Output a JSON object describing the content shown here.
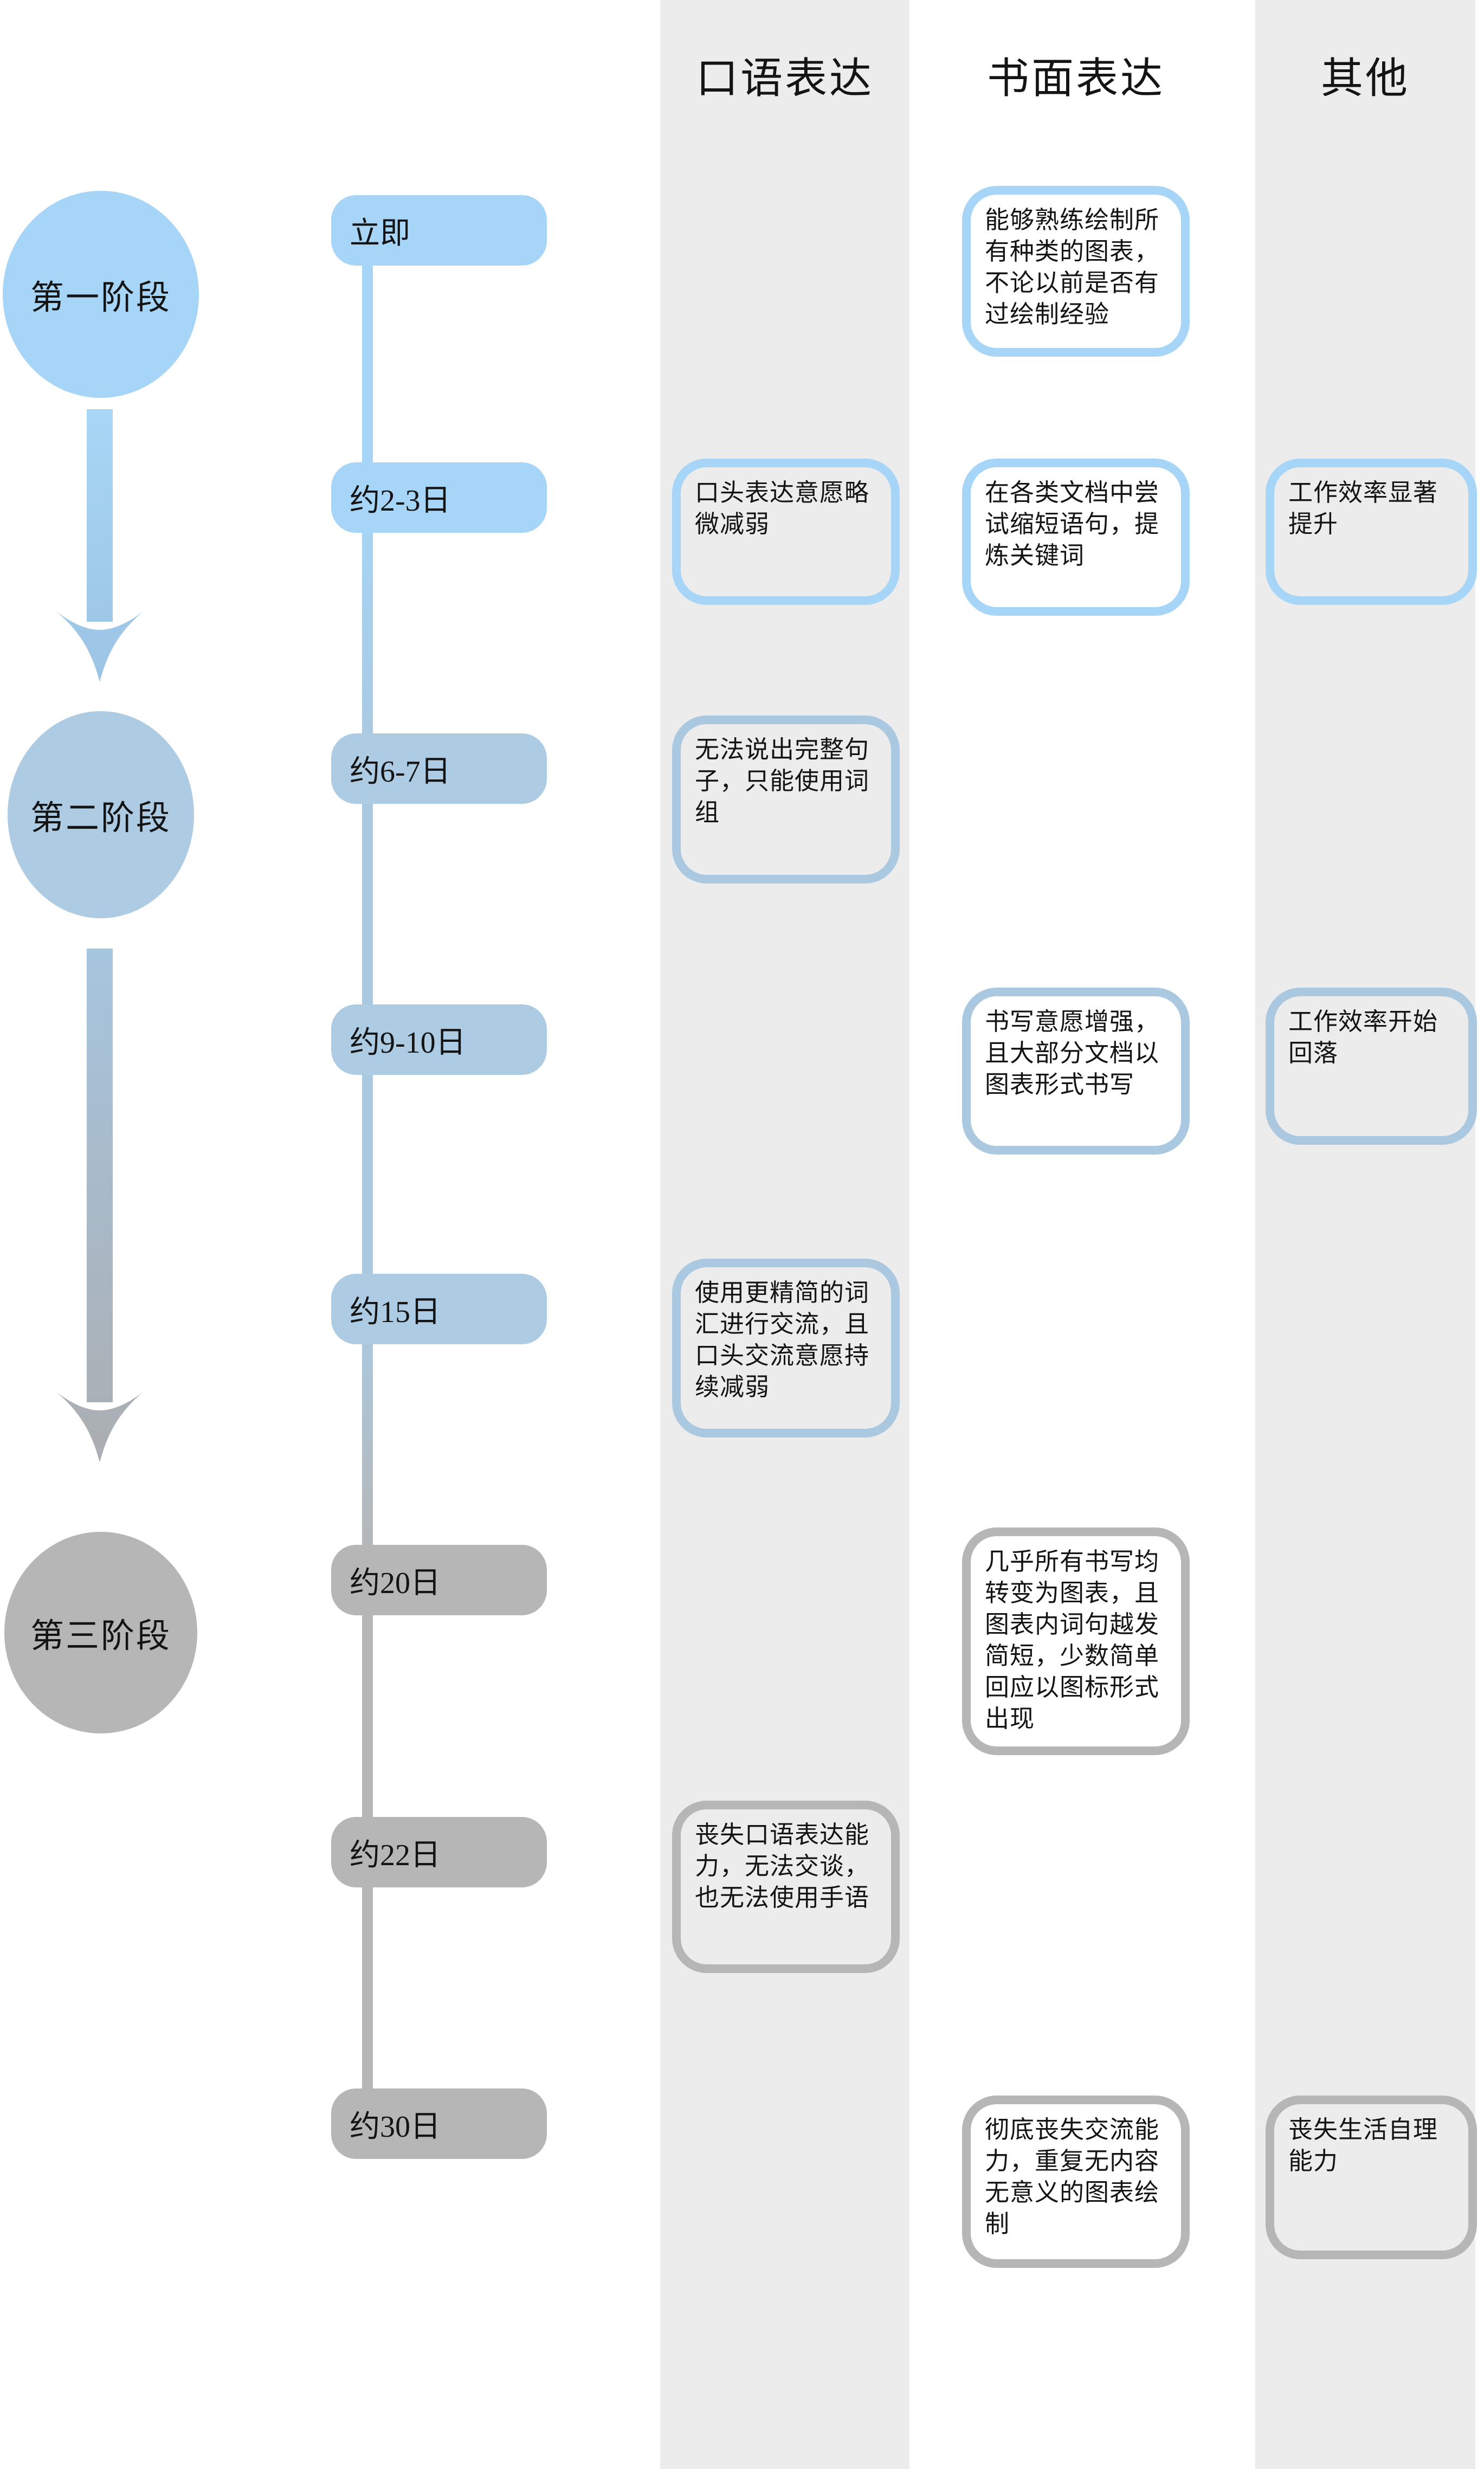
{
  "columns": [
    {
      "label": "口语表达"
    },
    {
      "label": "书面表达"
    },
    {
      "label": "其他"
    }
  ],
  "phases": [
    {
      "label": "第一阶段",
      "color": "#a6d5f7"
    },
    {
      "label": "第二阶段",
      "color": "#adcbe3"
    },
    {
      "label": "第三阶段",
      "color": "#b6b6b6"
    }
  ],
  "colors": {
    "stage1_accent": "#a6d5f7",
    "stage2_accent": "#aac9e1",
    "stage3_accent": "#b6b6b6",
    "column_strip": "#ececec",
    "text": "#141414"
  },
  "timeline": [
    {
      "time": "立即",
      "stage": 1,
      "oral": "",
      "written": "能够熟练绘制所有种类的图表，不论以前是否有过绘制经验",
      "other": ""
    },
    {
      "time": "约2-3日",
      "stage": 1,
      "oral": "口头表达意愿略微减弱",
      "written": "在各类文档中尝试缩短语句，提炼关键词",
      "other": "工作效率显著提升"
    },
    {
      "time": "约6-7日",
      "stage": 2,
      "oral": "无法说出完整句子，只能使用词组",
      "written": "",
      "other": ""
    },
    {
      "time": "约9-10日",
      "stage": 2,
      "oral": "",
      "written": "书写意愿增强，且大部分文档以图表形式书写",
      "other": "工作效率开始回落"
    },
    {
      "time": "约15日",
      "stage": 2,
      "oral": "使用更精简的词汇进行交流，且口头交流意愿持续减弱",
      "written": "",
      "other": ""
    },
    {
      "time": "约20日",
      "stage": 3,
      "oral": "",
      "written": "几乎所有书写均转变为图表，且图表内词句越发简短，少数简单回应以图标形式出现",
      "other": ""
    },
    {
      "time": "约22日",
      "stage": 3,
      "oral": "丧失口语表达能力，无法交谈，也无法使用手语",
      "written": "",
      "other": ""
    },
    {
      "time": "约30日",
      "stage": 3,
      "oral": "",
      "written": "彻底丧失交流能力，重复无内容无意义的图表绘制",
      "other": "丧失生活自理能力"
    }
  ]
}
